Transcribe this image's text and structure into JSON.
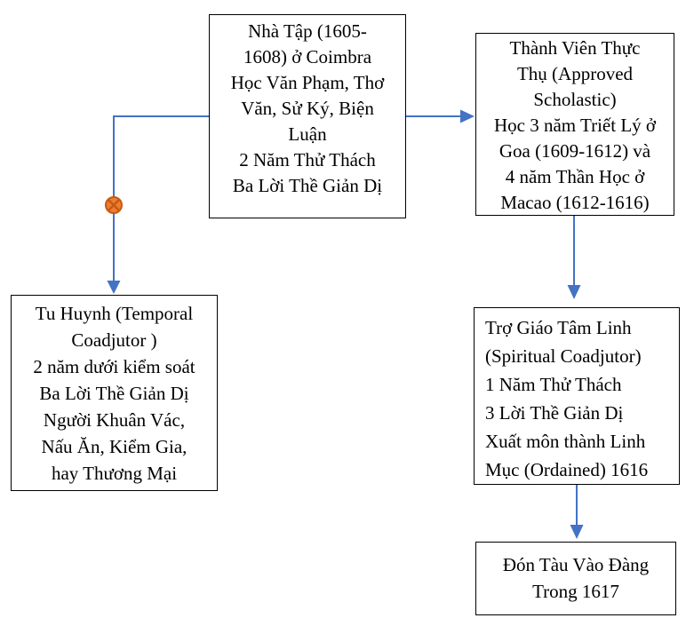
{
  "diagram": {
    "description": "Jesuit formation flowchart (Vietnamese)",
    "boxes": {
      "novitiate": {
        "lines": [
          "Nhà Tập (1605-",
          "1608) ở Coimbra",
          "Học Văn Phạm, Thơ",
          "Văn, Sử Ký, Biện",
          "Luận",
          "2 Năm Thử Thách",
          "Ba Lời Thề Giản Dị"
        ]
      },
      "approved_scholastic": {
        "lines": [
          "Thành Viên Thực",
          "Thụ (Approved",
          "Scholastic)",
          "Học 3 năm Triết Lý ở",
          "Goa (1609-1612) và",
          "4 năm Thần Học ở",
          "Macao (1612-1616)"
        ]
      },
      "temporal_coadjutor": {
        "lines": [
          "Tu Huynh (Temporal",
          "Coadjutor )",
          "2 năm dưới kiểm soát",
          "Ba Lời Thề Giản Dị",
          "Người Khuân Vác,",
          "Nấu Ăn, Kiểm Gia,",
          "hay Thương Mại"
        ]
      },
      "spiritual_coadjutor": {
        "lines": [
          "Trợ Giáo Tâm Linh",
          "(Spiritual Coadjutor)",
          "1 Năm Thử Thách",
          "3 Lời Thề Giản Dị",
          "Xuất môn thành Linh",
          "Mục (Ordained) 1616"
        ]
      },
      "arrival": {
        "lines": [
          "Đón Tàu Vào Đàng",
          "Trong 1617"
        ]
      }
    },
    "colors": {
      "connector_blue": "#4472C4",
      "marker_orange_fill": "#ED7D31",
      "marker_orange_stroke": "#C55A11",
      "box_border": "#000000",
      "text": "#000000",
      "background": "#FFFFFF"
    }
  }
}
